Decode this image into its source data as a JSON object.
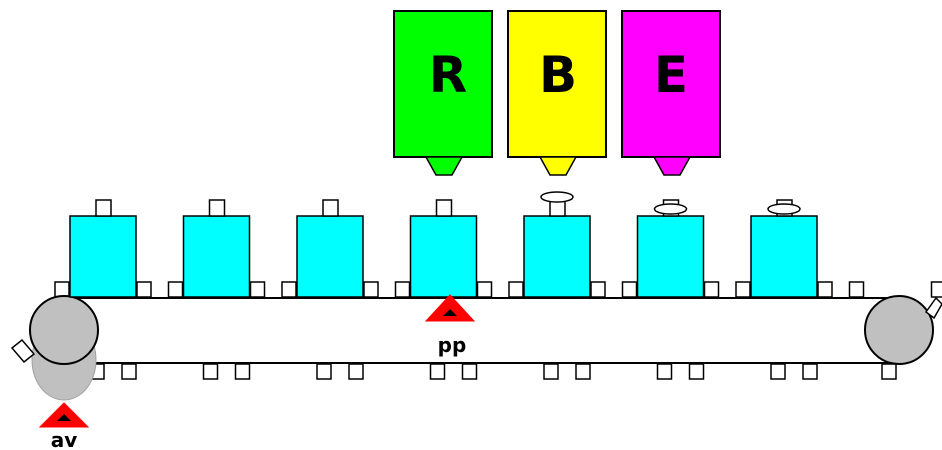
{
  "dispensers": [
    {
      "label": "R",
      "color": "#00ff00"
    },
    {
      "label": "B",
      "color": "#ffff00"
    },
    {
      "label": "E",
      "color": "#ff00ff"
    }
  ],
  "sensors": {
    "pp": {
      "label": "pp",
      "color": "#ff0000"
    },
    "av": {
      "label": "av",
      "color": "#ff0000"
    }
  },
  "containers": {
    "color": "#00ffff",
    "count": 7,
    "lids": [
      false,
      false,
      false,
      false,
      true,
      true,
      true
    ]
  },
  "conveyor": {
    "belt_color": "#ffffff",
    "roller_color": "#c0c0c0"
  }
}
